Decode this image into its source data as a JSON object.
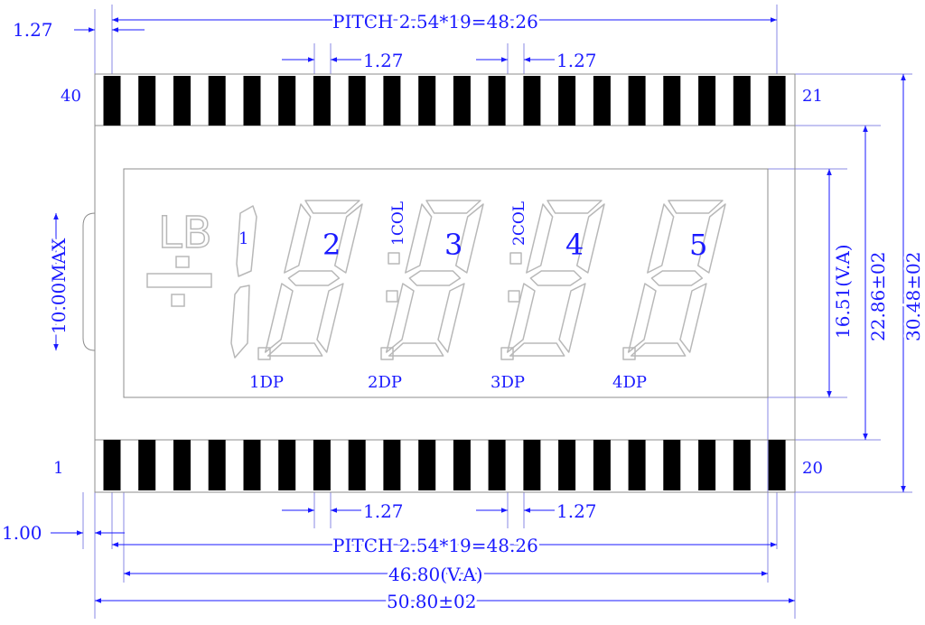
{
  "colors": {
    "dimension": "#1a1aff",
    "guide": "#8a8ae6",
    "outline": "#8c8c8c",
    "pin": "#000000",
    "segment": "#b8b8b8"
  },
  "dims": {
    "top_pitch": "PITCH 2.54*19=48.26",
    "bottom_pitch": "PITCH 2.54*19=48.26",
    "top_left_offset": "1.27",
    "top_pin_gap_left": "1.27",
    "top_pin_gap_right": "1.27",
    "bottom_pin_gap_left": "1.27",
    "bottom_pin_gap_right": "1.27",
    "bottom_left_offset": "1.00",
    "view_area_width": "46.80(V.A)",
    "overall_width": "50.80±02",
    "view_area_height": "16.51(V.A)",
    "glass_height": "22.86±02",
    "overall_height": "30.48±02",
    "thickness": "10.00MAX"
  },
  "pins": {
    "top_left": "40",
    "top_right": "21",
    "bottom_left": "1",
    "bottom_right": "20",
    "count_per_row": 20
  },
  "display": {
    "lb_label": "LB",
    "digit_labels": [
      "1",
      "2",
      "3",
      "4",
      "5"
    ],
    "colon_labels": [
      "1COL",
      "2COL"
    ],
    "dp_labels": [
      "1DP",
      "2DP",
      "3DP",
      "4DP"
    ]
  }
}
